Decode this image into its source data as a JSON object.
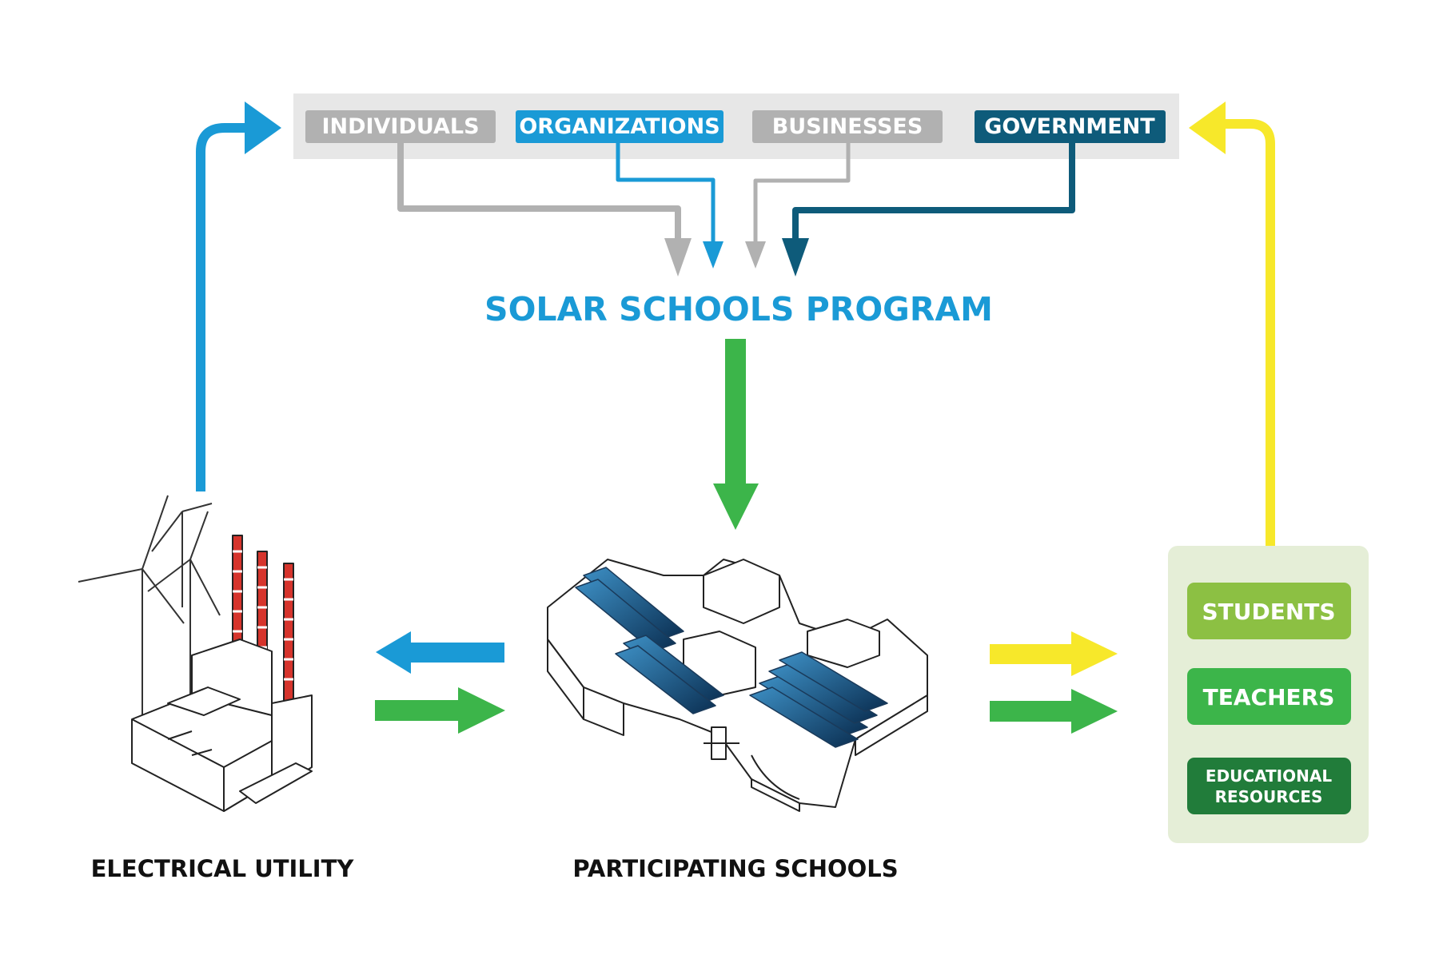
{
  "colors": {
    "blue": "#1a9ad6",
    "dark_teal": "#0e5b7a",
    "gray": "#b1b1b1",
    "gray_bar": "#e7e7e7",
    "green": "#3cb54a",
    "yellow": "#f7e82a",
    "light_green": "#8cc043",
    "dark_green": "#217c3a",
    "panel_green": "#e5eed7",
    "program_title": "#1a9ad6"
  },
  "stakeholders": [
    {
      "label": "INDIVIDUALS",
      "color": "#b1b1b1"
    },
    {
      "label": "ORGANIZATIONS",
      "color": "#1a9ad6"
    },
    {
      "label": "BUSINESSES",
      "color": "#b1b1b1"
    },
    {
      "label": "GOVERNMENT",
      "color": "#0e5b7a"
    }
  ],
  "program_title": "SOLAR SCHOOLS PROGRAM",
  "beneficiaries": [
    {
      "label": "STUDENTS",
      "color": "#8cc043"
    },
    {
      "label": "TEACHERS",
      "color": "#3cb54a"
    },
    {
      "label_lines": [
        "EDUCATIONAL",
        "RESOURCES"
      ],
      "color": "#217c3a"
    }
  ],
  "captions": {
    "utility": "ELECTRICAL UTILITY",
    "schools": "PARTICIPATING SCHOOLS"
  },
  "icons": {
    "utility": "power-plant-wind-turbine-icon",
    "schools": "school-building-solar-panels-icon"
  }
}
